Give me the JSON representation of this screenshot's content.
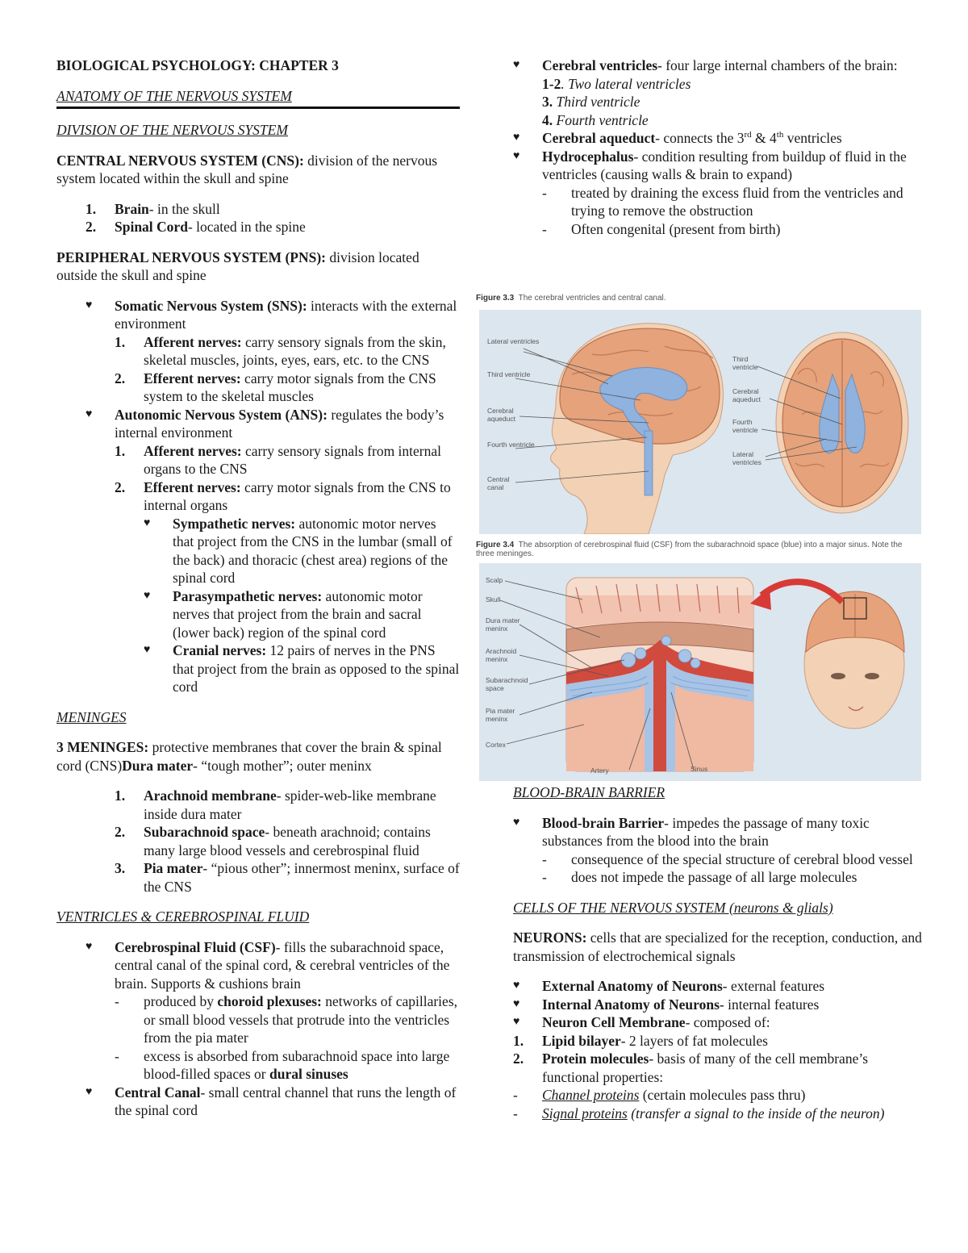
{
  "left": {
    "title": "BIOLOGICAL PSYCHOLOGY: CHAPTER 3",
    "subtitle": "ANATOMY OF THE NERVOUS SYSTEM",
    "division_heading": "DIVISION OF THE NERVOUS SYSTEM",
    "cns_term": "CENTRAL NERVOUS SYSTEM (CNS):",
    "cns_def": " division of the nervous system located within the skull and spine",
    "cns_items": [
      {
        "num": "1.",
        "term": "Brain",
        "text": "- in the skull"
      },
      {
        "num": "2.",
        "term": "Spinal Cord",
        "text": "- located in the spine"
      }
    ],
    "pns_term": "PERIPHERAL NERVOUS SYSTEM (PNS):",
    "pns_def": " division located outside the skull and spine",
    "sns_term": "Somatic Nervous System (SNS):",
    "sns_def": " interacts with the external environment",
    "sns_items": [
      {
        "num": "1.",
        "term": "Afferent nerves:",
        "text": " carry sensory signals from the skin, skeletal muscles, joints, eyes, ears, etc. to the CNS"
      },
      {
        "num": "2.",
        "term": "Efferent nerves:",
        "text": " carry motor signals from the CNS system to the skeletal muscles"
      }
    ],
    "ans_term": "Autonomic Nervous System (ANS):",
    "ans_def": " regulates the body’s internal environment",
    "ans_items": [
      {
        "num": "1.",
        "term": "Afferent nerves:",
        "text": " carry sensory signals from internal organs to the CNS"
      },
      {
        "num": "2.",
        "term": "Efferent nerves:",
        "text": " carry motor signals from the CNS to internal organs"
      }
    ],
    "efferent_subitems": [
      {
        "term": "Sympathetic nerves:",
        "text": " autonomic motor nerves that project from the CNS in the lumbar (small of the back) and thoracic (chest area) regions of the spinal cord"
      },
      {
        "term": "Parasympathetic nerves:",
        "text": " autonomic motor nerves that project from the brain and sacral (lower back) region of the spinal cord"
      },
      {
        "term": "Cranial nerves:",
        "text": " 12 pairs of nerves in the PNS that project from the brain as opposed to the spinal cord"
      }
    ],
    "meninges_heading": "MENINGES",
    "meninges_term": "3 MENINGES:",
    "meninges_def": " protective membranes that cover the brain & spinal cord (CNS)",
    "dura_term": "Dura mater",
    "dura_text": "- “tough mother”; outer meninx",
    "meninges_items": [
      {
        "num": "1.",
        "term": "Arachnoid membrane",
        "text": "- spider-web-like membrane inside dura mater"
      },
      {
        "num": "2.",
        "term": "Subarachnoid space",
        "text": "- beneath arachnoid; contains many large blood vessels and cerebrospinal fluid"
      },
      {
        "num": "3.",
        "term": "Pia mater",
        "text": "- “pious other”; innermost meninx, surface of the CNS"
      }
    ],
    "ventricles_heading": "VENTRICLES & CEREBROSPINAL FLUID",
    "csf_term": "Cerebrospinal Fluid (CSF)",
    "csf_text": "- fills the subarachnoid space, central canal of the spinal cord, & cerebral ventricles of the brain. Supports & cushions brain",
    "csf_dash1_pre": "produced by ",
    "csf_dash1_term": "choroid plexuses:",
    "csf_dash1_text": " networks of capillaries, or small blood vessels that protrude into the ventricles from the pia mater",
    "csf_dash2_pre": "excess is absorbed from subarachnoid space into large blood-filled spaces or ",
    "csf_dash2_term": "dural sinuses",
    "canal_term": "Central Canal",
    "canal_text": "- small central channel that runs the length of the spinal cord"
  },
  "right": {
    "ventricles_term": "Cerebral ventricles",
    "ventricles_text": "- four large internal chambers of the brain:",
    "ventricle_list": [
      {
        "num": "1-2",
        "text": ". Two lateral ventricles"
      },
      {
        "num": "3.",
        "text": " Third ventricle"
      },
      {
        "num": "4.",
        "text": " Fourth ventricle"
      }
    ],
    "aqueduct_term": "Cerebral aqueduct",
    "aqueduct_text_a": "- connects the 3",
    "aqueduct_sup1": "rd",
    "aqueduct_text_b": " & 4",
    "aqueduct_sup2": "th",
    "aqueduct_text_c": " ventricles",
    "hydro_term": "Hydrocephalus",
    "hydro_text": "- condition resulting from buildup of fluid in the ventricles (causing walls & brain to expand)",
    "hydro_dashes": [
      "treated by draining the excess fluid from the ventricles and trying to remove the obstruction",
      "Often congenital (present from birth)"
    ],
    "fig33_label": "Figure 3.3",
    "fig33_caption": "The cerebral ventricles and central canal.",
    "fig33_left_labels": [
      "Lateral ventricles",
      "Third ventricle",
      "Cerebral aqueduct",
      "Fourth ventricle",
      "Central canal"
    ],
    "fig33_right_labels": [
      "Third ventricle",
      "Cerebral aqueduct",
      "Fourth ventricle",
      "Lateral ventricles"
    ],
    "fig34_label": "Figure 3.4",
    "fig34_caption": "The absorption of cerebrospinal fluid (CSF) from the subarachnoid space (blue) into a major sinus. Note the three meninges.",
    "fig34_labels": [
      "Scalp",
      "Skull",
      "Dura mater meninx",
      "Arachnoid meninx",
      "Subarachnoid space",
      "Pia mater meninx",
      "Cortex"
    ],
    "fig34_artery": "Artery",
    "fig34_sinus": "Sinus",
    "bbb_heading": "BLOOD-BRAIN BARRIER",
    "bbb_term": "Blood-brain Barrier",
    "bbb_text": "- impedes the passage of many toxic substances from the blood into the brain",
    "bbb_dashes": [
      "consequence of the special structure of cerebral blood vessel",
      "does not impede the passage of all large molecules"
    ],
    "cells_heading": "CELLS OF THE NERVOUS SYSTEM (neurons & glials)",
    "neurons_term": "NEURONS:",
    "neurons_def": " cells that are specialized for the reception, conduction, and transmission of electrochemical signals",
    "neuron_bullets": [
      {
        "term": "External Anatomy of Neurons",
        "text": "- external features"
      },
      {
        "term": "Internal Anatomy of Neurons",
        "text": "- internal features"
      },
      {
        "term": "Neuron Cell Membrane",
        "text": "- composed of:"
      }
    ],
    "membrane_items": [
      {
        "num": "1.",
        "term": "Lipid bilayer",
        "text": "- 2 layers of fat molecules"
      },
      {
        "num": "2.",
        "term": "Protein molecules",
        "text": "- basis of many of the cell membrane’s functional properties:"
      }
    ],
    "protein_dashes": [
      {
        "term": "Channel proteins",
        "text": " (certain molecules pass thru)"
      },
      {
        "term": "Signal proteins",
        "text": " (transfer a signal to the inside of the neuron)"
      }
    ]
  },
  "icons": {
    "bullet": "♥",
    "dash": "-"
  },
  "colors": {
    "ventricle_blue": "#8fb2de",
    "brain": "#e6a27a",
    "skin": "#f3d1b4",
    "panel": "#dce6ef",
    "arrow_red": "#d83a36"
  }
}
